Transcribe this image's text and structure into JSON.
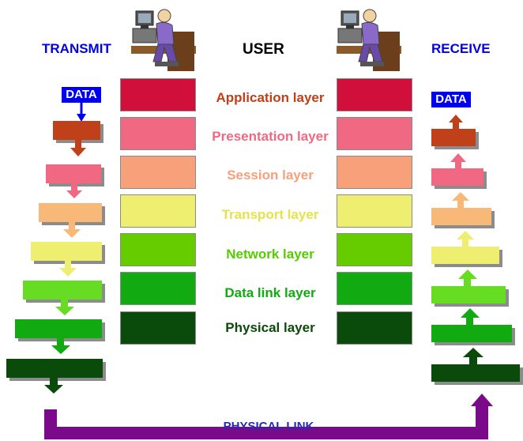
{
  "header": {
    "transmit_label": "TRANSMIT",
    "user_label": "USER",
    "receive_label": "RECEIVE"
  },
  "data_label": "DATA",
  "physical_link_label": "PHYSICAL LINK",
  "layers": [
    {
      "label": "Application layer",
      "color": "#d0103a",
      "text_color": "#c0401a"
    },
    {
      "label": "Presentation layer",
      "color": "#f06882",
      "text_color": "#f06882"
    },
    {
      "label": "Session layer",
      "color": "#f8a07a",
      "text_color": "#f8a07a"
    },
    {
      "label": "Transport layer",
      "color": "#eeee70",
      "text_color": "#e4e44a"
    },
    {
      "label": "Network layer",
      "color": "#66cc00",
      "text_color": "#55cc00"
    },
    {
      "label": "Data link layer",
      "color": "#11aa11",
      "text_color": "#11aa11"
    },
    {
      "label": "Physical layer",
      "color": "#0a4a0a",
      "text_color": "#0a4a0a"
    }
  ],
  "colors": {
    "header_text": "#0000ee",
    "data_box": "#0000ee",
    "physical_link": "#7a0a8a",
    "step_shadow": "#8c8c8c"
  },
  "icons": [
    "computer-user-icon"
  ]
}
